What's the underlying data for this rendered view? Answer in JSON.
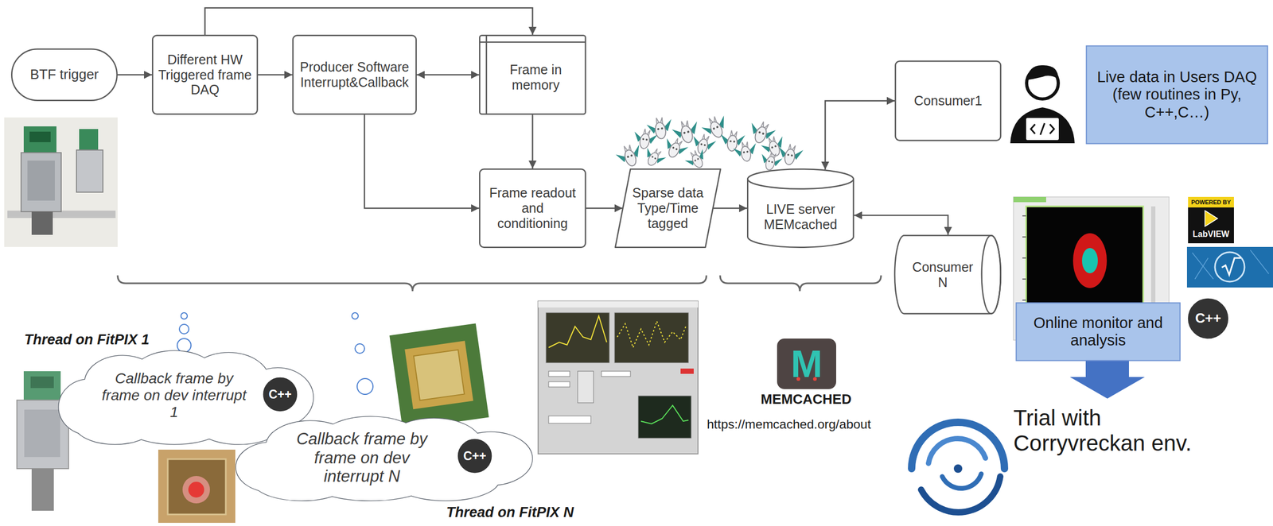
{
  "diagram": {
    "nodes": [
      {
        "text": [
          "BTF trigger"
        ]
      },
      {
        "text": [
          "Different HW Triggered frame DAQ"
        ]
      },
      {
        "text": [
          "Producer Software Interrupt&Callback"
        ]
      },
      {
        "text": [
          "Frame in memory"
        ]
      },
      {
        "text": [
          "Frame readout and conditioning"
        ]
      },
      {
        "text": [
          "Sparse data Type/Time tagged"
        ]
      },
      {
        "text": [
          "LIVE server MEMcached"
        ]
      },
      {
        "text": [
          "Consumer1"
        ]
      },
      {
        "text": [
          "Live data in Users DAQ (few routines in Py, C++,C…)"
        ]
      },
      {
        "text": [
          "Consumer N"
        ]
      },
      {
        "text": [
          "Online monitor and analysis"
        ]
      },
      {
        "text": [
          "C++"
        ]
      },
      {
        "text": [
          "Callback frame by frame on dev interrupt 1"
        ]
      },
      {
        "text": [
          "C++"
        ],
        "in": 12
      },
      {
        "text": [
          "Callback frame by frame on dev interrupt N"
        ]
      },
      {
        "text": [
          "C++"
        ],
        "in": 14
      },
      {
        "text": [
          "M"
        ]
      }
    ],
    "edges": [
      {
        "from": 0,
        "to": 1,
        "arrow": "to"
      },
      {
        "from": 1,
        "to": 2,
        "arrow": "to"
      },
      {
        "from": 1,
        "to": 3,
        "arrow": "to"
      },
      {
        "from": 2,
        "to": 3,
        "arrow": "both"
      },
      {
        "from": 2,
        "to": 4,
        "arrow": "to"
      },
      {
        "from": 3,
        "to": 4,
        "arrow": "to"
      },
      {
        "from": 4,
        "to": 5,
        "arrow": "to"
      },
      {
        "from": 5,
        "to": 6,
        "arrow": "to"
      },
      {
        "from": 6,
        "to": 7,
        "arrow": "both"
      },
      {
        "from": 6,
        "to": 9,
        "arrow": "both"
      }
    ],
    "labels": [
      "Thread on FitPIX 1",
      "Thread on FitPIX N",
      "MEMCACHED",
      "https://memcached.org/about",
      "Trial with Corryvreckan env.",
      "POWERED BY",
      "LabVIEW"
    ]
  }
}
